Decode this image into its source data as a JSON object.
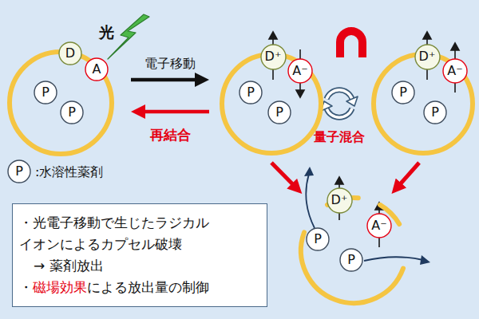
{
  "diagram": {
    "nodes": [
      {},
      {
        "text": [
          "D"
        ],
        "in": 0
      },
      {
        "text": [
          "A"
        ],
        "in": 0
      },
      {
        "text": [
          "P"
        ],
        "in": 0
      },
      {
        "text": [
          "P"
        ],
        "in": 0
      },
      {},
      {
        "text": [
          "D⁺"
        ],
        "in": 5
      },
      {
        "text": [
          "A⁻"
        ],
        "in": 5
      },
      {
        "text": [
          "P"
        ],
        "in": 5
      },
      {
        "text": [
          "P"
        ],
        "in": 5
      },
      {},
      {
        "text": [
          "D⁺"
        ],
        "in": 10
      },
      {
        "text": [
          "A⁻"
        ],
        "in": 10
      },
      {
        "text": [
          "P"
        ],
        "in": 10
      },
      {
        "text": [
          "P"
        ],
        "in": 10
      },
      {
        "text": [
          "P"
        ]
      },
      {},
      {
        "text": [
          "D⁺"
        ],
        "in": 16
      },
      {
        "text": [
          "A⁻"
        ],
        "in": 16
      },
      {
        "text": [
          "P"
        ],
        "in": 16
      },
      {
        "text": [
          "P"
        ],
        "in": 16
      },
      {
        "text": [
          "・光電子移動で生じたラジカル イオンによるカプセル破壊",
          "→ 薬剤放出",
          "・",
          "磁場効果",
          "による放出量の制御"
        ]
      }
    ],
    "edges": [
      {
        "from": 0,
        "to": 5,
        "label": "電子移動",
        "arrow": "to"
      },
      {
        "from": 5,
        "to": 0,
        "label": "再結合",
        "arrow": "to"
      },
      {
        "from": 5,
        "to": 16,
        "arrow": "to"
      },
      {
        "from": 10,
        "to": 16,
        "arrow": "to"
      }
    ],
    "labels": [
      "光",
      "量子混合",
      ":水溶性薬剤"
    ]
  }
}
